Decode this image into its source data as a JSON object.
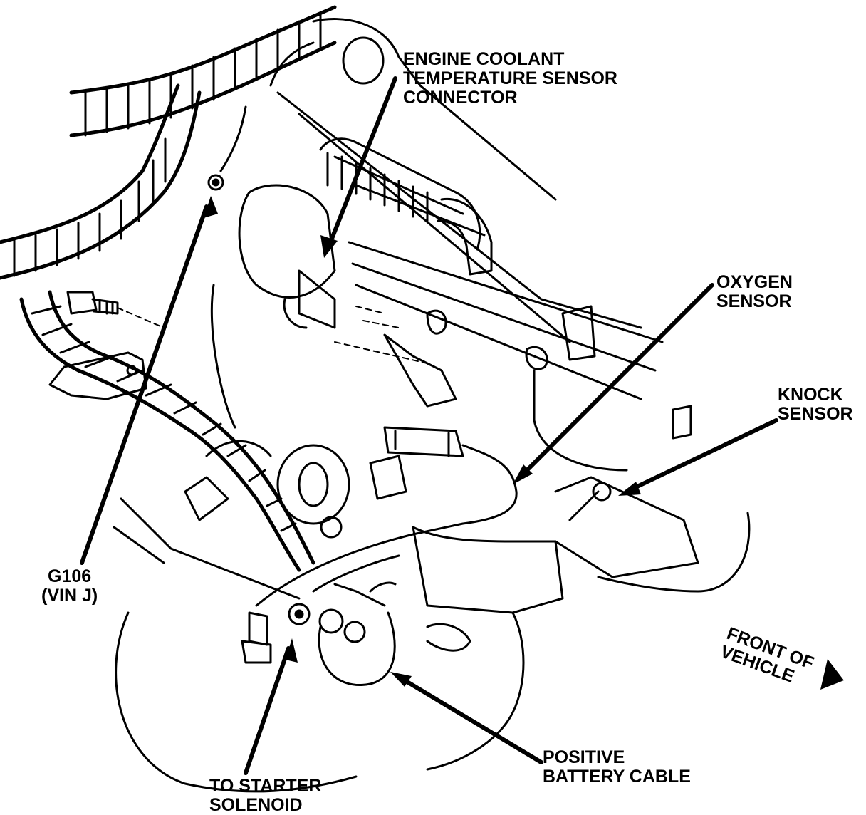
{
  "labels": {
    "ect": [
      "ENGINE COOLANT",
      "TEMPERATURE SENSOR",
      "CONNECTOR"
    ],
    "oxygen": [
      "OXYGEN",
      "SENSOR"
    ],
    "knock": [
      "KNOCK",
      "SENSOR"
    ],
    "ground": [
      "G106",
      "(VIN J)"
    ],
    "front": [
      "FRONT OF",
      "VEHICLE"
    ],
    "battery": [
      "POSITIVE",
      "BATTERY CABLE"
    ],
    "starter": [
      "TO STARTER",
      "SOLENOID"
    ]
  },
  "colors": {
    "ink": "#000000",
    "paper": "#ffffff"
  },
  "icons": {
    "front_arrow": "triangle-arrow-icon"
  }
}
